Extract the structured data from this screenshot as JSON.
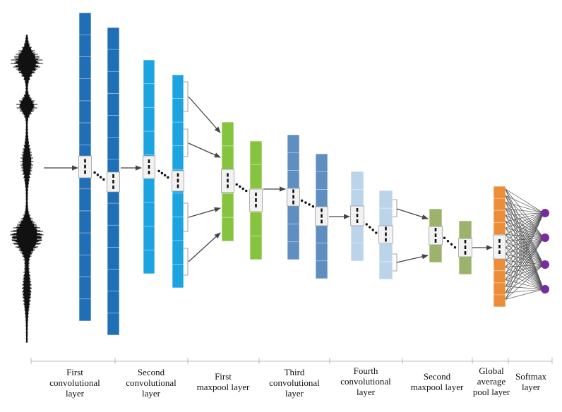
{
  "diagram": {
    "type": "cnn-architecture",
    "layer_labels": [
      {
        "line1": "First",
        "line2": "convolutional",
        "line3": "layer"
      },
      {
        "line1": "Second",
        "line2": "convolutional",
        "line3": "layer"
      },
      {
        "line1": "First",
        "line2": "maxpool layer",
        "line3": ""
      },
      {
        "line1": "Third",
        "line2": "convolutional",
        "line3": "layer"
      },
      {
        "line1": "Fourth",
        "line2": "convolutional",
        "line3": "layer"
      },
      {
        "line1": "Second",
        "line2": "maxpool layer",
        "line3": ""
      },
      {
        "line1": "Global",
        "line2": "average",
        "line3": "pool layer"
      },
      {
        "line1": "Softmax",
        "line2": "layer",
        "line3": ""
      }
    ],
    "colors": {
      "conv1": "#1f6fb7",
      "conv2": "#1ba4e0",
      "maxpool1": "#86c440",
      "conv3": "#5e8fc0",
      "conv4": "#bcd4ea",
      "maxpool2": "#9bb36a",
      "gap": "#ec8d3a",
      "softmax": "#7a2aa0",
      "arrow": "#444444"
    },
    "softmax_outputs": 4
  }
}
